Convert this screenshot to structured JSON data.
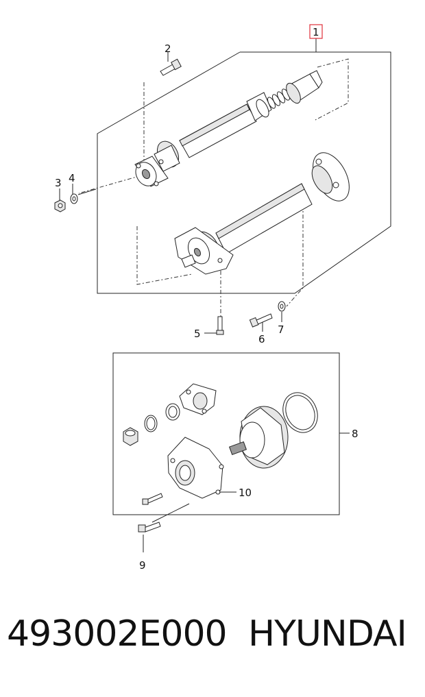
{
  "diagram": {
    "callouts": {
      "c1": "1",
      "c2": "2",
      "c3": "3",
      "c4": "4",
      "c5": "5",
      "c6": "6",
      "c7": "7",
      "c8": "8",
      "c9": "9",
      "c10": "10"
    },
    "highlight_color": "#e0303a"
  },
  "footer": {
    "part_number": "493002E000",
    "brand": "HYUNDAI"
  }
}
